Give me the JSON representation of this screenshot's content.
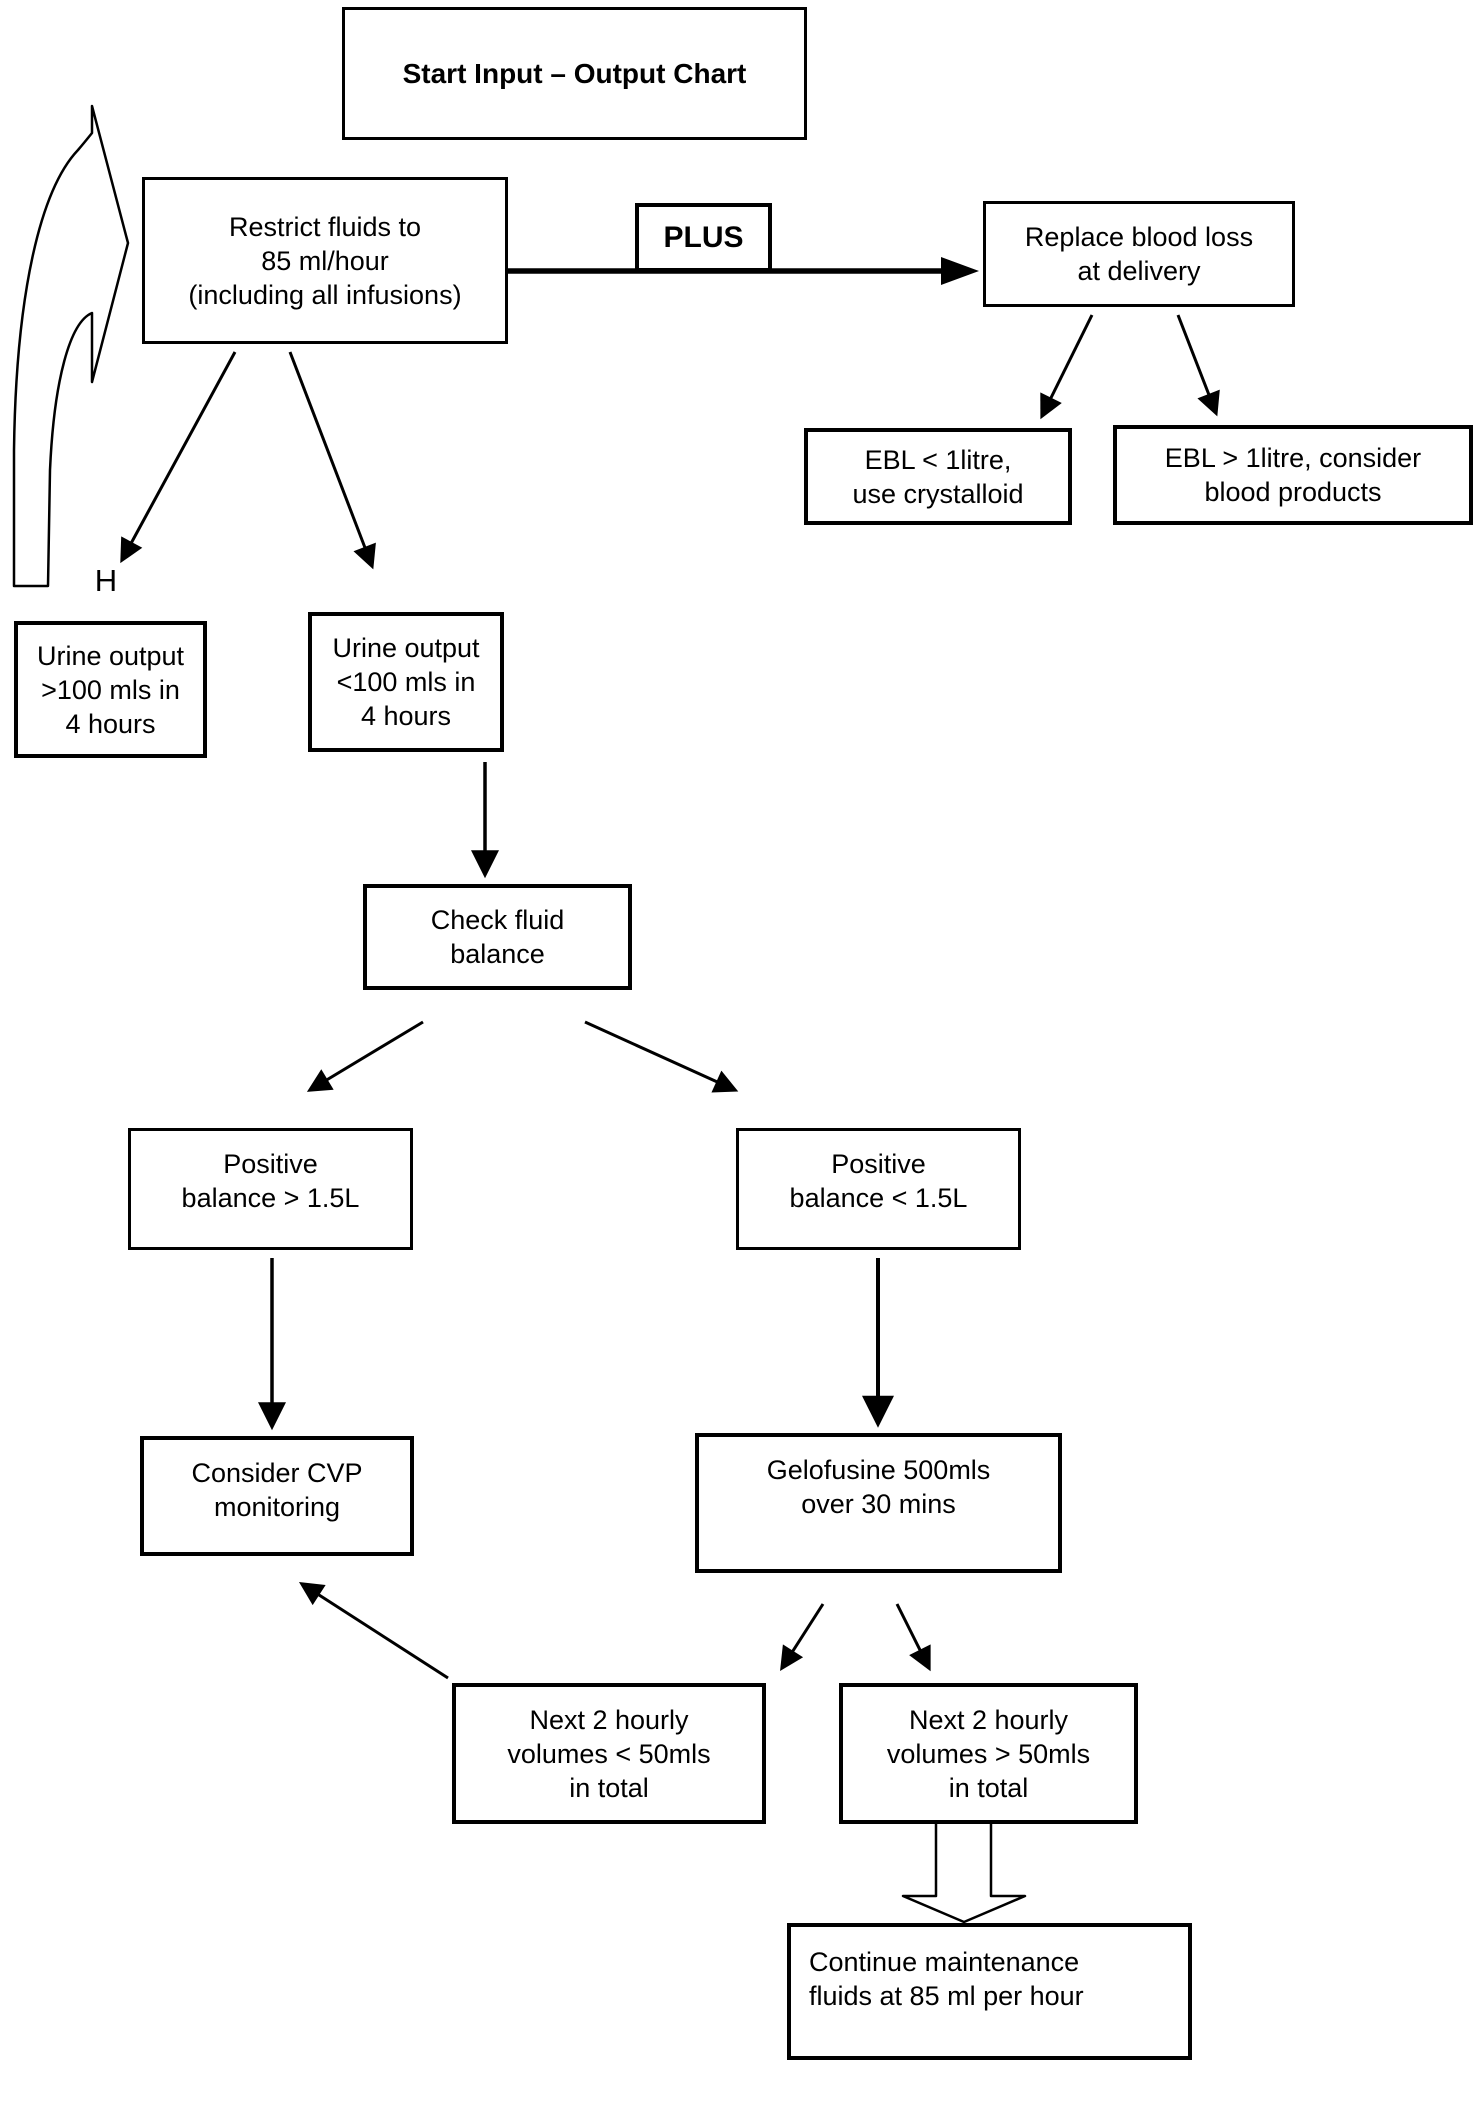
{
  "page": {
    "background": "#ffffff",
    "ink": "#000000"
  },
  "flowchart": {
    "title": "Start Input – Output Chart",
    "nodes": {
      "title_box": {
        "lines": [
          "Start Input – Output Chart"
        ]
      },
      "restrict": {
        "lines": [
          "Restrict fluids to",
          "85 ml/hour",
          "(including all infusions)"
        ]
      },
      "plus": {
        "lines": [
          "PLUS"
        ]
      },
      "replace": {
        "lines": [
          "Replace blood loss",
          "at delivery"
        ]
      },
      "ebl_low": {
        "lines": [
          "EBL < 1litre,",
          "use crystalloid"
        ]
      },
      "ebl_high": {
        "lines": [
          "EBL > 1litre, consider",
          "blood products"
        ]
      },
      "h_label": {
        "lines": [
          "H"
        ]
      },
      "urine_high": {
        "lines": [
          "Urine output",
          ">100 mls in",
          "4 hours"
        ]
      },
      "urine_low": {
        "lines": [
          "Urine output",
          "<100 mls in",
          "4 hours"
        ]
      },
      "check_balance": {
        "lines": [
          "Check fluid",
          "balance"
        ]
      },
      "pos_high": {
        "lines": [
          "Positive",
          "balance > 1.5L"
        ]
      },
      "pos_low": {
        "lines": [
          "Positive",
          "balance < 1.5L"
        ]
      },
      "cvp": {
        "lines": [
          "Consider CVP",
          "monitoring"
        ]
      },
      "gelofusine": {
        "lines": [
          "Gelofusine 500mls",
          "over 30 mins"
        ]
      },
      "next_low": {
        "lines": [
          "Next 2 hourly",
          "volumes < 50mls",
          "in total"
        ]
      },
      "next_high": {
        "lines": [
          "Next 2 hourly",
          "volumes > 50mls",
          "in total"
        ]
      },
      "continue_fluids": {
        "lines": [
          "Continue maintenance",
          "fluids at 85 ml per hour"
        ]
      }
    },
    "edges": [
      {
        "from": "start_curved_arrow",
        "to": "restrict"
      },
      {
        "from": "restrict",
        "to": "replace",
        "via_label": "PLUS"
      },
      {
        "from": "replace",
        "to": "ebl_low"
      },
      {
        "from": "replace",
        "to": "ebl_high"
      },
      {
        "from": "restrict",
        "to": "urine_high",
        "near_label": "H"
      },
      {
        "from": "restrict",
        "to": "urine_low"
      },
      {
        "from": "urine_low",
        "to": "check_balance"
      },
      {
        "from": "check_balance",
        "to": "pos_high"
      },
      {
        "from": "check_balance",
        "to": "pos_low"
      },
      {
        "from": "pos_high",
        "to": "cvp"
      },
      {
        "from": "pos_low",
        "to": "gelofusine"
      },
      {
        "from": "gelofusine",
        "to": "next_low"
      },
      {
        "from": "gelofusine",
        "to": "next_high"
      },
      {
        "from": "next_low",
        "to": "cvp"
      },
      {
        "from": "next_high",
        "to": "continue_fluids",
        "style": "block-arrow"
      }
    ]
  }
}
